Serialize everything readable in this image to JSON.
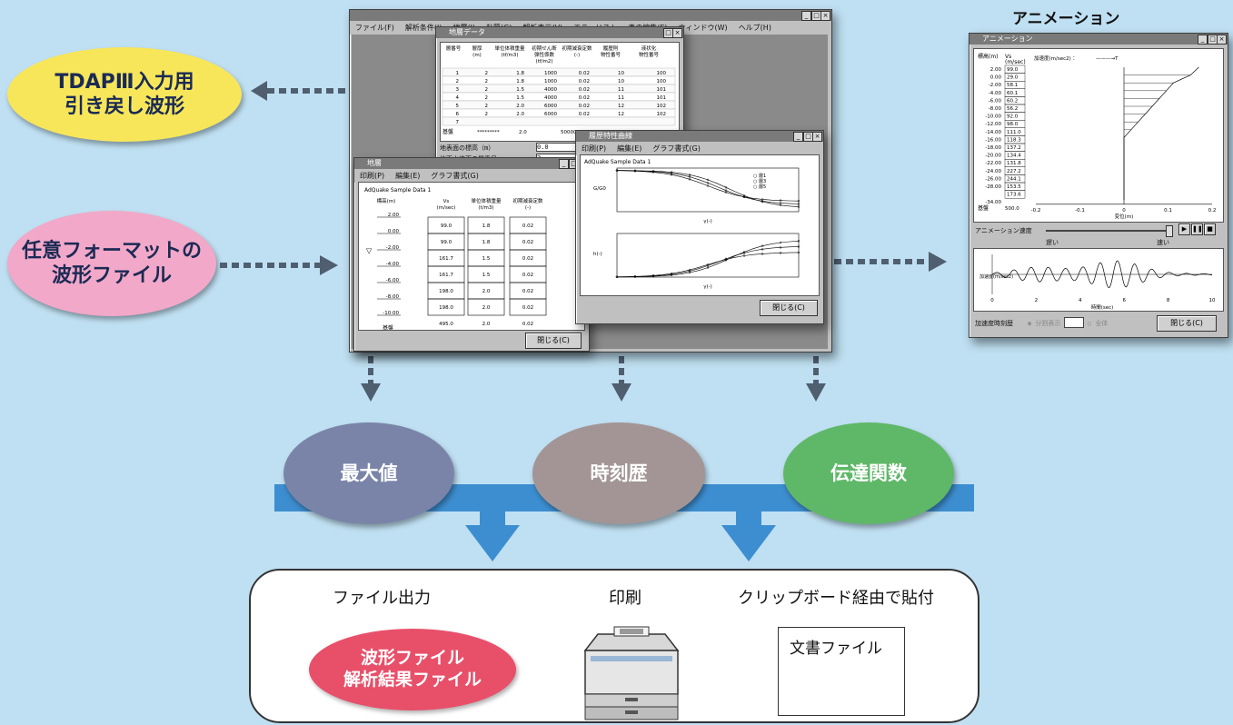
{
  "left_inputs": {
    "tdap": "TDAPⅢ入力用\n引き戻し波形",
    "anyformat": "任意フォーマットの\n波形ファイル"
  },
  "main_window": {
    "title": "",
    "menu": [
      "ファイル(F)",
      "解析条件(J)",
      "地層(I)",
      "計算(G)",
      "解析表示(V)",
      "エラーリスト",
      "表の編集(E)",
      "ウィンドウ(W)",
      "ヘルプ(H)"
    ],
    "soil_window": {
      "title": "地層データ",
      "headers": [
        "層番号",
        "層厚\n(m)",
        "単位体積重量\n(tf/m3)",
        "初期せん断\n弾性係数\n(tf/m2)",
        "初期減衰定数\n(-)",
        "履歴則\n物性番号",
        "液状化\n物性番号"
      ],
      "rows": [
        [
          "1",
          "2",
          "1.8",
          "1000",
          "0.02",
          "10",
          "100"
        ],
        [
          "2",
          "2",
          "1.8",
          "1000",
          "0.02",
          "10",
          "100"
        ],
        [
          "3",
          "2",
          "1.5",
          "4000",
          "0.02",
          "11",
          "101"
        ],
        [
          "4",
          "2",
          "1.5",
          "4000",
          "0.02",
          "11",
          "101"
        ],
        [
          "5",
          "2",
          "2.0",
          "6000",
          "0.02",
          "12",
          "102"
        ],
        [
          "6",
          "2",
          "2.0",
          "6000",
          "0.02",
          "12",
          "102"
        ],
        [
          "7",
          "",
          "",
          "",
          "",
          "",
          ""
        ]
      ],
      "base_label": "基盤",
      "base_values": [
        "*********",
        "2.0",
        "50000",
        "0.02",
        "*********"
      ],
      "field1_label": "地表面の標高（m）",
      "field1_value": "0.0",
      "field2_label": "地下水位面の層番号",
      "field2_value": "3"
    },
    "strata_window": {
      "title": "地層",
      "menu": [
        "印刷(P)",
        "編集(E)",
        "グラフ書式(G)"
      ],
      "caption": "AdQuake Sample Data 1",
      "headers": [
        "標高(m)",
        "Vs\n(m/sec)",
        "単位体積重量\n(t/m3)",
        "初期減衰定数\n(-)"
      ],
      "elevations": [
        "2.00",
        "0.00",
        "-2.00",
        "-4.00",
        "-6.00",
        "-8.00",
        "-10.00"
      ],
      "vs": [
        "99.0",
        "99.0",
        "161.7",
        "161.7",
        "198.0",
        "198.0",
        "495.0"
      ],
      "density": [
        "1.8",
        "1.8",
        "1.5",
        "1.5",
        "2.0",
        "2.0",
        "2.0"
      ],
      "damping": [
        "0.02",
        "0.02",
        "0.02",
        "0.02",
        "0.02",
        "0.02",
        "0.02"
      ],
      "base_label": "基盤",
      "close": "閉じる(C)"
    },
    "graph_window": {
      "title": "履歴特性曲線",
      "menu": [
        "印刷(P)",
        "編集(E)",
        "グラフ書式(G)"
      ],
      "caption": "AdQuake Sample Data 1",
      "ylabel1": "G/G0",
      "ylabel2": "h(-)",
      "xlabel": "γ(-)",
      "legend": [
        "層1",
        "層3",
        "層5"
      ],
      "close": "閉じる(C)"
    }
  },
  "animation": {
    "heading": "アニメーション",
    "title": "アニメーション",
    "col_elev": "標高(m)",
    "col_vs": "Vs\n(m/sec)",
    "accel_label": "加速度(m/sec2) ：",
    "accel_arrow": "———→T",
    "elevations": [
      "2.00",
      "0.00",
      "-2.00",
      "-4.00",
      "-6.00",
      "-8.00",
      "-10.00",
      "-12.00",
      "-14.00",
      "-16.00",
      "-18.00",
      "-20.00",
      "-22.00",
      "-24.00",
      "-26.00",
      "-28.00",
      "",
      "-34.00"
    ],
    "vs": [
      "99.0",
      "29.0",
      "58.1",
      "60.1",
      "60.2",
      "56.2",
      "92.0",
      "98.0",
      "111.0",
      "118.3",
      "137.2",
      "134.4",
      "131.8",
      "227.2",
      "244.1",
      "153.5",
      "173.6"
    ],
    "base_label": "基盤",
    "base_vs": "500.0",
    "disp_xlabel": "変位(m)",
    "disp_ticks": [
      "-0.2",
      "-0.1",
      "0",
      "0.1",
      "0.2"
    ],
    "speed_label": "アニメーション速度",
    "slow": "遅い",
    "fast": "速い",
    "wave_ylabel": "加速度(m/sec2)",
    "wave_xlabel": "時間(sec)",
    "wave_ticks": [
      "0",
      "2",
      "4",
      "6",
      "8",
      "10"
    ],
    "history_label": "加速度時刻歴",
    "radio1": "分割表示",
    "radio2": "全体",
    "close": "閉じる(C)"
  },
  "outputs": {
    "max": "最大値",
    "history": "時刻歴",
    "transfer": "伝達関数"
  },
  "output_box": {
    "file_heading": "ファイル出力",
    "print_heading": "印刷",
    "clip_heading": "クリップボード経由で貼付",
    "file_bubble": "波形ファイル\n解析結果ファイル",
    "doc_label": "文書ファイル"
  },
  "colors": {
    "background": "#bfe0f2",
    "yellow": "#f7e65a",
    "pink": "#f2a8c8",
    "max": "#7a84a8",
    "history": "#a39595",
    "transfer": "#5fb868",
    "bar": "#3d8ed0",
    "red": "#e8506a",
    "arrow": "#4f5f70"
  }
}
